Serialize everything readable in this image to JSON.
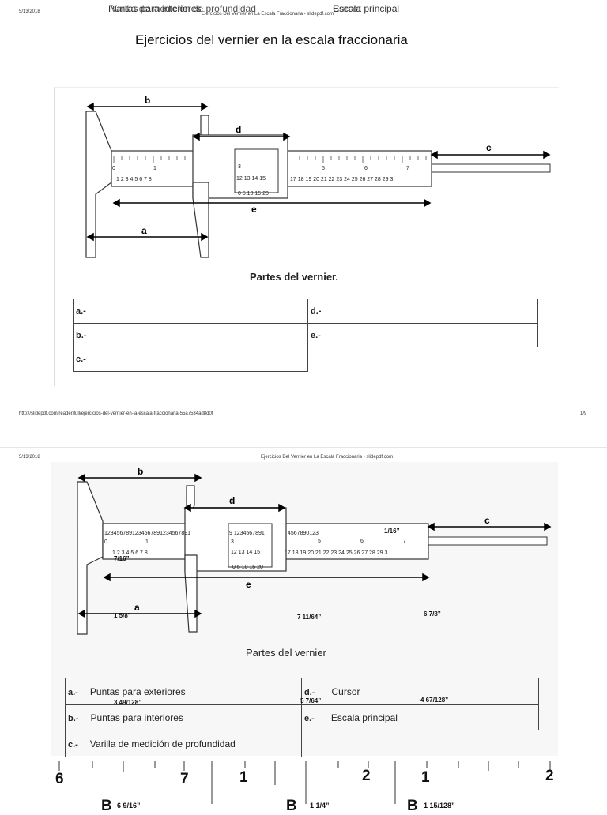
{
  "page1": {
    "date": "5/13/2018",
    "overlap_text_1": "Puntas para interiores",
    "overlap_text_2": "Varilla de medición de profundidad",
    "overlap_text_3": "Escala principal",
    "overlap_text_4": "Cursor",
    "site_title": "Ejercicios Del Vernier en La Escala Fraccionaria - slidepdf.com",
    "heading": "Ejercicios del vernier en la escala fraccionaria",
    "labels": {
      "a": "a",
      "b": "b",
      "c": "c",
      "d": "d",
      "e": "e"
    },
    "caption": "Partes del vernier.",
    "table": {
      "a": "a.-",
      "b": "b.-",
      "c": "c.-",
      "d": "d.-",
      "e": "e.-"
    },
    "footer_url": "http://slidepdf.com/reader/full/ejercicios-del-vernier-en-la-escala-fraccionaria-55a7534ad8d0f",
    "page_num": "1/9"
  },
  "page2": {
    "date": "5/13/2018",
    "site_title": "Ejercicios Del Vernier en La Escala Fraccionaria - slidepdf.com",
    "labels": {
      "a": "a",
      "b": "b",
      "c": "c",
      "d": "d",
      "e": "e"
    },
    "caption": "Partes del vernier",
    "table": {
      "a": "a.-",
      "b": "b.-",
      "c": "c.-",
      "d": "d.-",
      "e": "e.-",
      "a_answer": "Puntas para exteriores",
      "b_answer": "Puntas para interiores",
      "c_answer": "Varilla de medición de profundidad",
      "d_answer": "Cursor",
      "e_answer": "Escala principal"
    },
    "measurements": {
      "m1": "1/16”",
      "m2": "7/16”",
      "m3": "1 5/8”",
      "m4": "7 11/64”",
      "m5": "6 7/8”",
      "m6": "3 49/128”",
      "m7": "5 7/64”",
      "m8": "4 67/128”"
    },
    "overlap_digits": "4567890123",
    "bottom": {
      "nums": [
        "6",
        "7",
        "1",
        "2",
        "1",
        "2"
      ],
      "letters": [
        "B",
        "B",
        "B"
      ],
      "vals": [
        "6 9/16”",
        "1 1/4”",
        "1 15/128”"
      ]
    }
  }
}
